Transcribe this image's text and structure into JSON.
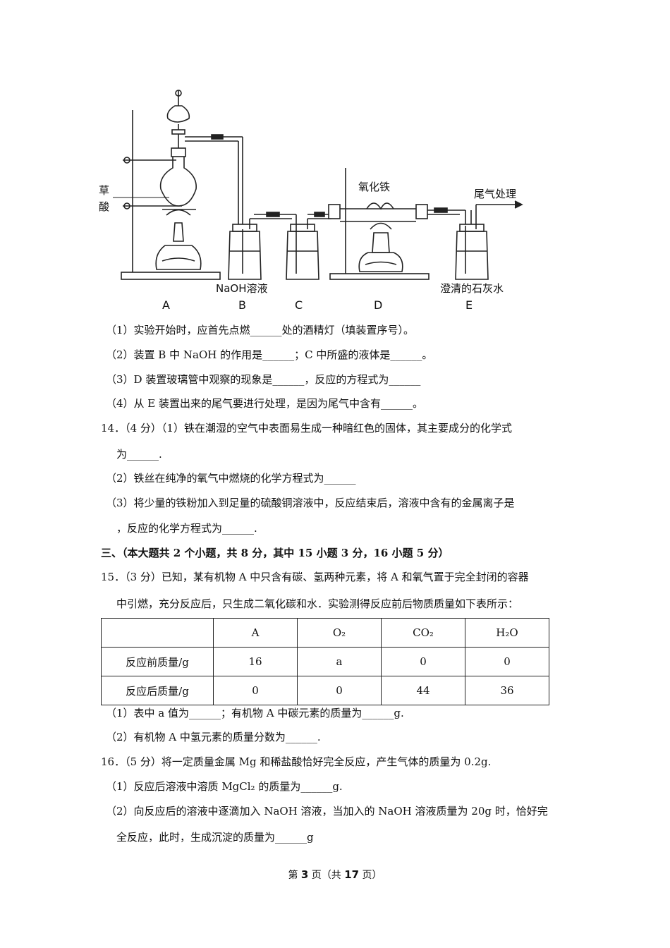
{
  "figure": {
    "labels": {
      "oxalic_acid_1": "草",
      "oxalic_acid_2": "酸",
      "iron_oxide": "氧化铁",
      "tail_gas": "尾气处理",
      "naoh_solution": "NaOH溶液",
      "limewater": "澄清的石灰水"
    },
    "letters": [
      "A",
      "B",
      "C",
      "D",
      "E"
    ]
  },
  "q13": [
    "（1）实验开始时，应首先点燃______处的酒精灯（填装置序号）。",
    "（2）装置 B 中 NaOH 的作用是______；C 中所盛的液体是______。",
    "（3）D 装置玻璃管中观察的现象是______，反应的方程式为______",
    "（4）从 E 装置出来的尾气要进行处理，是因为尾气中含有______。"
  ],
  "q14": {
    "line1": "14．（4 分）（1）铁在潮湿的空气中表面易生成一种暗红色的固体，其主要成分的化学式",
    "line2": "为______.",
    "line3": "（2）铁丝在纯净的氧气中燃烧的化学方程式为______",
    "line4": "（3）将少量的铁粉加入到足量的硫酸铜溶液中，反应结束后，溶液中含有的金属离子是",
    "line5": "，反应的化学方程式为______."
  },
  "section3": "三、（本大题共 2 个小题，共 8 分，其中 15 小题 3 分，16 小题 5 分）",
  "q15": {
    "line1": "15．（3 分）已知，某有机物 A 中只含有碳、氢两种元素，将 A 和氧气置于完全封闭的容器",
    "line2": "中引燃，充分反应后，只生成二氧化碳和水．实验测得反应前后物质质量如下表所示：",
    "table": {
      "header": [
        "",
        "A",
        "O₂",
        "CO₂",
        "H₂O"
      ],
      "rows": [
        [
          "反应前质量/g",
          "16",
          "a",
          "0",
          "0"
        ],
        [
          "反应后质量/g",
          "0",
          "0",
          "44",
          "36"
        ]
      ]
    },
    "sub1": "（1）表中 a 值为______；有机物 A 中碳元素的质量为______g.",
    "sub2": "（2）有机物 A 中氢元素的质量分数为______."
  },
  "q16": {
    "line1": "16．（5 分）将一定质量金属 Mg 和稀盐酸恰好完全反应，产生气体的质量为 0.2g.",
    "sub1": "（1）反应后溶液中溶质 MgCl₂ 的质量为______g.",
    "sub2a": "（2）向反应后的溶液中逐滴加入 NaOH 溶液，当加入的 NaOH 溶液质量为 20g 时，恰好完",
    "sub2b": "全反应，此时，生成沉淀的质量为______g"
  },
  "footer": {
    "prefix": "第 ",
    "page": "3",
    "mid": " 页（共 ",
    "total": "17",
    "suffix": " 页）"
  }
}
